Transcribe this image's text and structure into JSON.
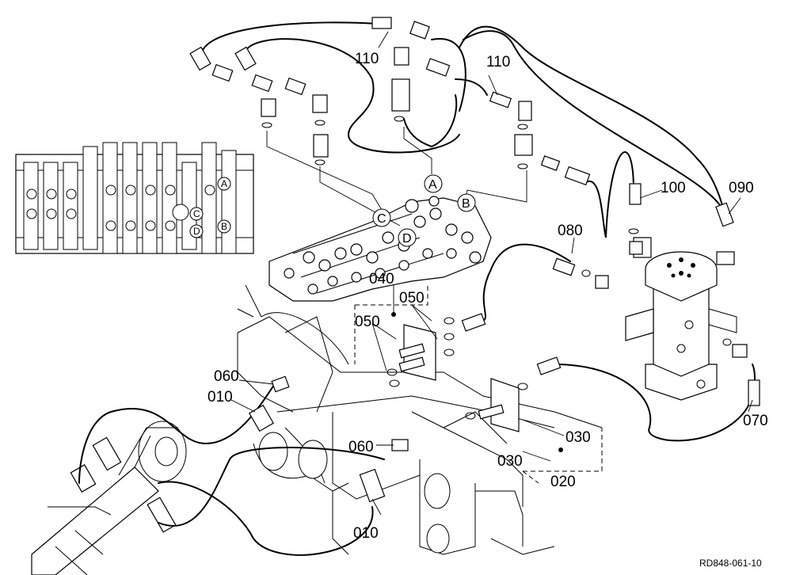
{
  "callouts": {
    "c010a": "010",
    "c010b": "010",
    "c020": "020",
    "c030a": "030",
    "c030b": "030",
    "c040": "040",
    "c050a": "050",
    "c050b": "050",
    "c060a": "060",
    "c060b": "060",
    "c070": "070",
    "c080": "080",
    "c090": "090",
    "c100": "100",
    "c110a": "110",
    "c110b": "110"
  },
  "ports": {
    "A": "A",
    "B": "B",
    "C": "C",
    "D": "D"
  },
  "inset_ports": {
    "A": "A",
    "B": "B",
    "C": "C",
    "D": "D"
  },
  "reference_code": "RD848-061-10"
}
